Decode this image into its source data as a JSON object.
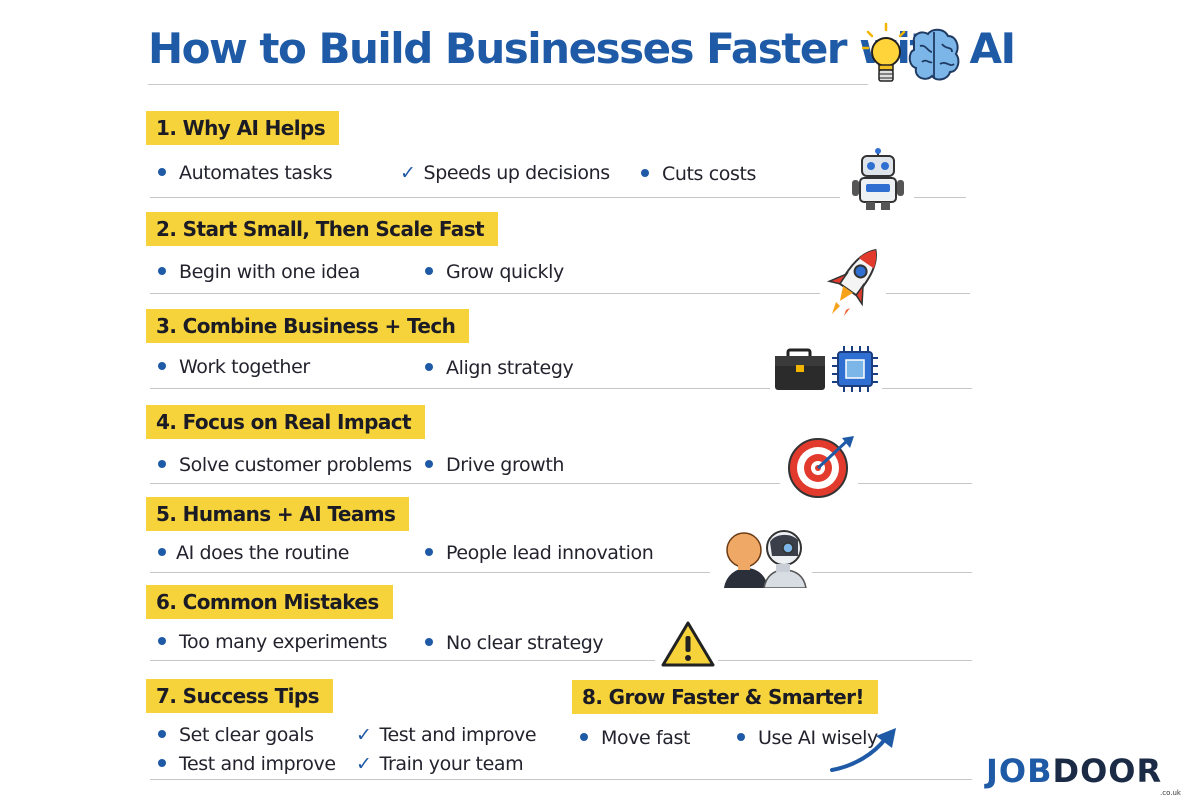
{
  "title": "How to Build Businesses Faster with AI",
  "sections": [
    {
      "heading": "1. Why AI Helps",
      "items": [
        "Automates tasks",
        "Speeds up decisions",
        "Cuts costs"
      ]
    },
    {
      "heading": "2. Start Small, Then Scale Fast",
      "items": [
        "Begin with one idea",
        "Grow quickly"
      ]
    },
    {
      "heading": "3. Combine Business + Tech",
      "items": [
        "Work together",
        "Align strategy"
      ]
    },
    {
      "heading": "4. Focus on Real Impact",
      "items": [
        "Solve customer problems",
        "Drive growth"
      ]
    },
    {
      "heading": "5. Humans + AI Teams",
      "items": [
        "AI does the routine",
        "People lead innovation"
      ]
    },
    {
      "heading": "6. Common Mistakes",
      "items": [
        "Too many experiments",
        "No clear strategy"
      ]
    },
    {
      "heading": "7. Success Tips",
      "items": [
        "Set clear goals",
        "Test and improve",
        "Test and improve",
        "Train your team"
      ]
    },
    {
      "heading": "8. Grow Faster & Smarter!",
      "items": [
        "Move fast",
        "Use AI wisely"
      ]
    }
  ],
  "logo": {
    "part1": "JOB",
    "part2": "DOOR",
    "sub": ".co.uk"
  },
  "icons": [
    "lightbulb-icon",
    "brain-icon",
    "robot-icon",
    "rocket-icon",
    "briefcase-icon",
    "chip-icon",
    "target-icon",
    "human-head-icon",
    "robot-head-icon",
    "warning-icon",
    "growth-arrow-icon"
  ],
  "colors": {
    "accent": "#1f5aa6",
    "highlight": "#f7d33b",
    "text": "#23232e"
  }
}
